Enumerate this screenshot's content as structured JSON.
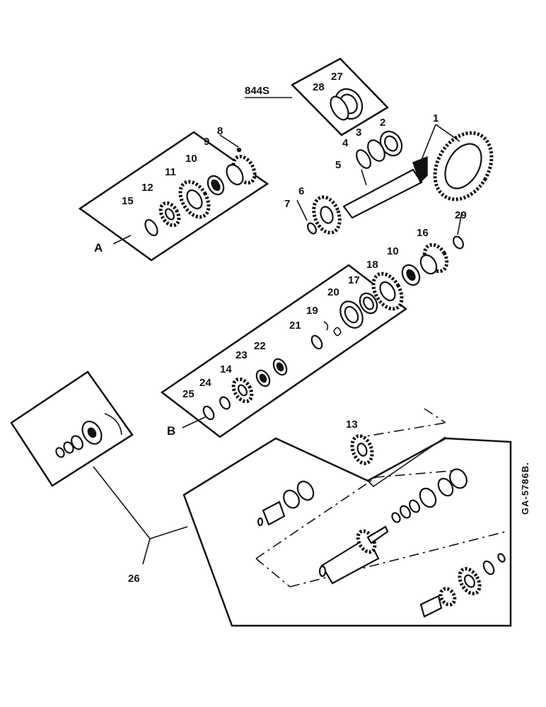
{
  "callouts": [
    "1",
    "2",
    "3",
    "4",
    "5",
    "6",
    "7",
    "8",
    "9",
    "10",
    "11",
    "12",
    "15",
    "16",
    "10",
    "29",
    "18",
    "17",
    "20",
    "19",
    "21",
    "23",
    "22",
    "14",
    "24",
    "25",
    "13",
    "27",
    "28",
    "26"
  ],
  "group_labels": {
    "a": "A",
    "b": "B"
  },
  "model_label": "844S",
  "drawing_code": "GA-5786B."
}
